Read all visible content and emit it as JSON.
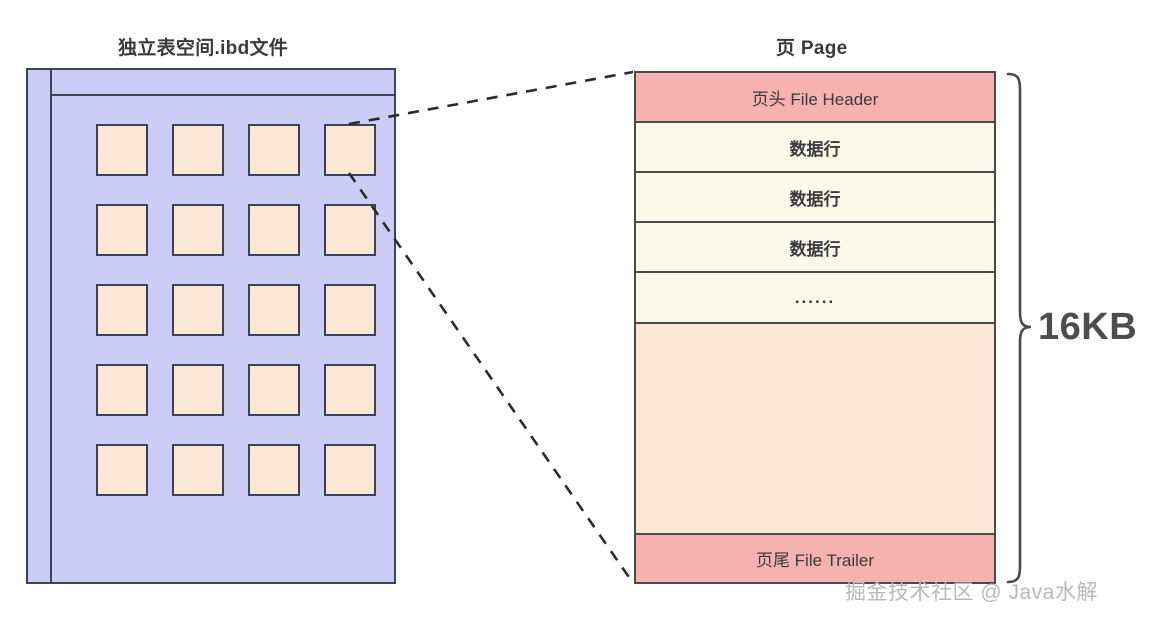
{
  "titles": {
    "tablespace": "独立表空间.ibd文件",
    "page": "页 Page"
  },
  "tablespace": {
    "cell_label": "page-cell",
    "rows": 5,
    "cols": 4,
    "fill_color": "#fbe7d5",
    "panel_color": "#ccccf4",
    "border_color": "#3c4257"
  },
  "page": {
    "header": {
      "label": "页头 File Header",
      "color": "#f6b1b1"
    },
    "data_rows": [
      {
        "label": "数据行",
        "color": "#fbfaea"
      },
      {
        "label": "数据行",
        "color": "#fbfaea"
      },
      {
        "label": "数据行",
        "color": "#fbfaea"
      }
    ],
    "ellipsis": {
      "label": "......",
      "color": "#fbfaea"
    },
    "free_space": {
      "label": "",
      "color": "#fbe7d7"
    },
    "trailer": {
      "label": "页尾 File Trailer",
      "color": "#f6b1b1"
    },
    "border_color": "#4a4a4a"
  },
  "annotation": {
    "size_label": "16KB",
    "brace": "curly-brace-right"
  },
  "watermark": {
    "text": "掘金技术社区 @ Java水解"
  },
  "connectors": {
    "top": "dashed-line-top",
    "bottom": "dashed-line-bottom",
    "color": "#2b2b2b"
  }
}
